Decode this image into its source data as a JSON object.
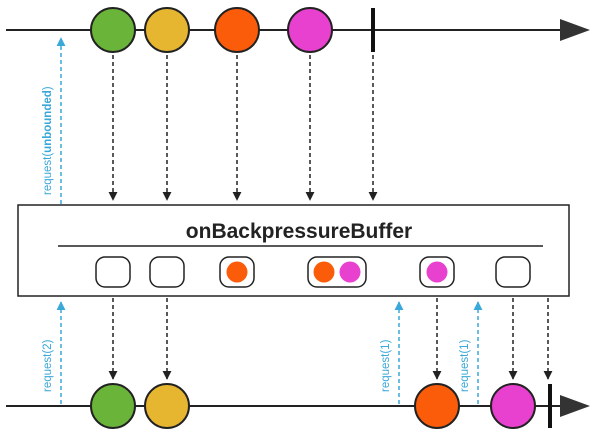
{
  "operator": {
    "name": "onBackpressureBuffer"
  },
  "colors": {
    "line": "#222222",
    "request": "#3aa8d8",
    "green": "#6ab539",
    "yellow": "#e7b631",
    "orange": "#fb5c0a",
    "magenta": "#e841d0"
  },
  "upstream": {
    "request": {
      "prefix": "request(",
      "arg": "unbounded",
      "suffix": ")"
    },
    "items": [
      "green",
      "yellow",
      "orange",
      "magenta"
    ],
    "completes": true
  },
  "buffer": {
    "states": [
      [],
      [],
      [
        "orange"
      ],
      [
        "orange",
        "magenta"
      ],
      [
        "magenta"
      ],
      []
    ]
  },
  "downstream": {
    "requests": [
      "request(2)",
      "request(1)",
      "request(1)"
    ],
    "items": [
      "green",
      "yellow",
      "orange",
      "magenta"
    ],
    "completes": true
  },
  "icons": {
    "arrowhead": "arrowhead-icon",
    "complete": "completion-marker-icon"
  }
}
